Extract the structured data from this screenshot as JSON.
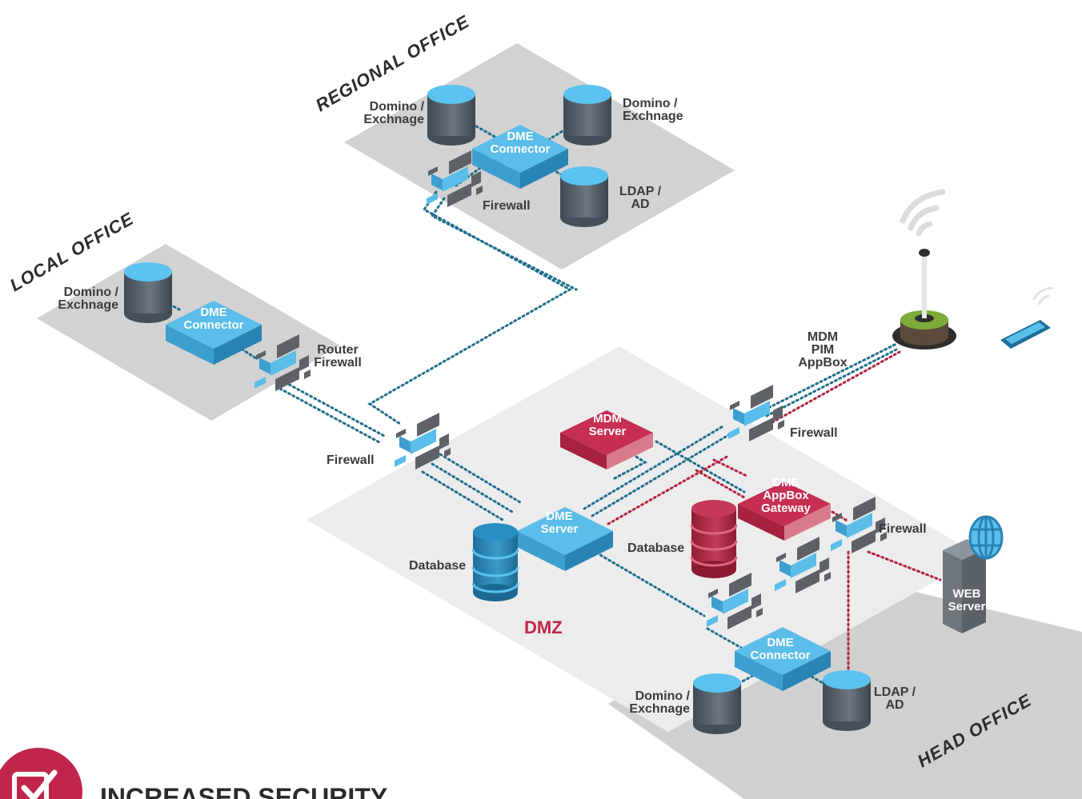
{
  "zones": {
    "regional_office": "REGIONAL OFFICE",
    "local_office": "LOCAL OFFICE",
    "head_office": "HEAD OFFICE",
    "dmz": "DMZ"
  },
  "regional": {
    "db_left": "Domino /\nExchnage",
    "db_right": "Domino /\nExchnage",
    "ldap": "LDAP /\nAD",
    "connector": "DME\nConnector",
    "firewall": "Firewall"
  },
  "local": {
    "db": "Domino /\nExchnage",
    "connector": "DME\nConnector",
    "router_firewall": "Router\nFirewall"
  },
  "dmz_zone": {
    "firewall_left": "Firewall",
    "firewall_top_right": "Firewall",
    "firewall_right": "Firewall",
    "mdm_server": "MDM\nServer",
    "dme_server": "DME\nServer",
    "appbox_gateway": "DME\nAppBox\nGateway",
    "database_blue": "Database",
    "database_red": "Database",
    "mdm_pim": "MDM\nPIM\nAppBox"
  },
  "head": {
    "connector": "DME\nConnector",
    "db": "Domino /\nExchnage",
    "ldap": "LDAP /\nAD",
    "web_server": "WEB\nServer"
  },
  "footer": {
    "title": "INCREASED SECURITY"
  },
  "colors": {
    "blue": "#5bbde9",
    "red": "#c0254a",
    "platform": "#d2d2d2",
    "dmz_floor": "#ececec",
    "line_blue": "#1f6e8c",
    "line_red": "#b0243f"
  },
  "icons": [
    "database-icon",
    "connector-box-icon",
    "firewall-icon",
    "antenna-icon",
    "wifi-icon",
    "smartphone-icon",
    "web-server-icon",
    "globe-icon",
    "checkbox-icon"
  ]
}
